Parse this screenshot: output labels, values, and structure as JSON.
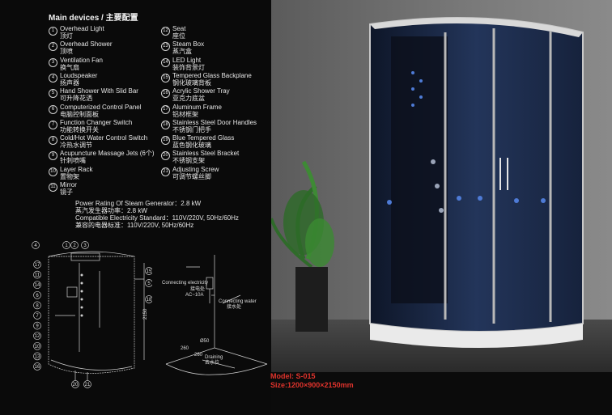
{
  "heading": "Main devices / 主要配置",
  "devices_left": [
    {
      "n": "1",
      "en": "Overhead Light",
      "cn": "顶灯"
    },
    {
      "n": "2",
      "en": "Overhead Shower",
      "cn": "顶喷"
    },
    {
      "n": "3",
      "en": "Ventilation Fan",
      "cn": "换气扇"
    },
    {
      "n": "4",
      "en": "Loudspeaker",
      "cn": "扬声器"
    },
    {
      "n": "5",
      "en": "Hand Shower With Slid Bar",
      "cn": "可升降花洒"
    },
    {
      "n": "6",
      "en": "Computerized Control Panel",
      "cn": "电脑控制面板"
    },
    {
      "n": "7",
      "en": "Function Changer Switch",
      "cn": "功能转换开关"
    },
    {
      "n": "8",
      "en": "Cold/Hot Water Control Switch",
      "cn": "冷热水调节"
    },
    {
      "n": "9",
      "en": "Acupuncture Massage Jets (6个)",
      "cn": "针刺喷嘴"
    },
    {
      "n": "10",
      "en": "Layer Rack",
      "cn": "置物架"
    },
    {
      "n": "11",
      "en": "Mirror",
      "cn": "镜子"
    }
  ],
  "devices_right": [
    {
      "n": "12",
      "en": "Seat",
      "cn": "座位"
    },
    {
      "n": "13",
      "en": "Steam Box",
      "cn": "蒸汽盒"
    },
    {
      "n": "14",
      "en": "LED Light",
      "cn": "装饰背景灯"
    },
    {
      "n": "15",
      "en": "Tempered Glass Backplane",
      "cn": "钢化玻璃背板"
    },
    {
      "n": "16",
      "en": "Acrylic Shower Tray",
      "cn": "亚克力底盆"
    },
    {
      "n": "17",
      "en": "Aluminum Frame",
      "cn": "铝材框架"
    },
    {
      "n": "18",
      "en": "Stainless Steel Door Handles",
      "cn": "不锈钢门把手"
    },
    {
      "n": "19",
      "en": "Blue Tempered Glass",
      "cn": "蓝色钢化玻璃"
    },
    {
      "n": "20",
      "en": "Stainless Steel Bracket",
      "cn": "不锈钢支架"
    },
    {
      "n": "21",
      "en": "Adjusting Screw",
      "cn": "可调节螺丝脚"
    }
  ],
  "specs": [
    "Power Rating Of Steam Generator：2.8 kW",
    "蒸汽发生器功率：2.8 kW",
    "Compatible Electricity Standard：110V/220V, 50Hz/60Hz",
    "兼容的电器标准：110V/220V, 50Hz/60Hz"
  ],
  "diagram": {
    "height_label": "2150",
    "callouts_top": [
      "4",
      "1",
      "2",
      "3"
    ],
    "callouts_left": [
      "17",
      "11",
      "14",
      "6",
      "8",
      "7",
      "9",
      "12",
      "10",
      "13",
      "16"
    ],
    "callouts_right": [
      "15",
      "5",
      "18"
    ],
    "callouts_bottom": [
      "20",
      "21"
    ]
  },
  "install": {
    "electricity_en": "Connecting electricity",
    "electricity_cn": "接电处",
    "electricity_spec": "AC~10A",
    "water_en": "Connecting water",
    "water_cn": "接水处",
    "drain_en": "Draining",
    "drain_cn": "去水位",
    "dim_a": "260",
    "dim_b": "260",
    "dim_c": "Ø50"
  },
  "model": "Model: S-015",
  "size": "Size:1200×900×2150mm",
  "colors": {
    "accent_red": "#e0332c",
    "wall": "#6e6e6e",
    "glass": "#1c2b46"
  }
}
